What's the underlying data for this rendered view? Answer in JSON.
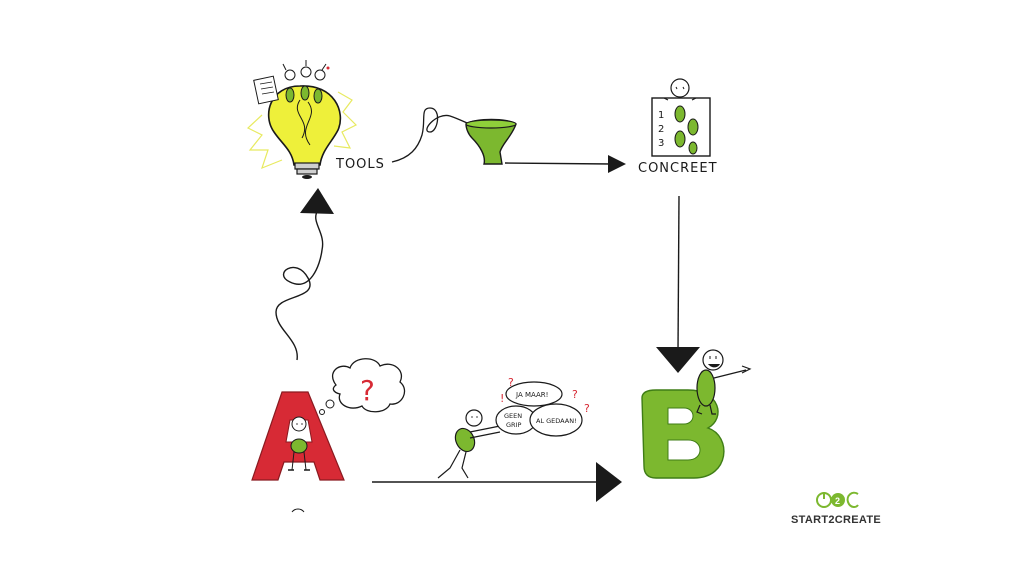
{
  "labels": {
    "tools": "TOOLS",
    "concreet": "CONCREET",
    "letter_a": "A",
    "letter_b": "B",
    "question_mark": "?"
  },
  "speech_bubbles": {
    "ja_maar": "JA MAAR!",
    "geen_grip": [
      "GEEN",
      "GRIP"
    ],
    "al_gedaan": "AL GEDAAN!",
    "exclamations": [
      "!",
      "?",
      "?",
      "?"
    ]
  },
  "concreet_sheet": {
    "steps": [
      "1",
      "2",
      "3"
    ]
  },
  "brand": {
    "logo_text": "S2C",
    "name": "START2CREATE"
  },
  "colors": {
    "green": "#7cb82f",
    "dark_green": "#3f7d16",
    "red": "#d72a35",
    "yellow": "#eef03a",
    "ink": "#1a1a1a",
    "question_red": "#d72a35"
  }
}
